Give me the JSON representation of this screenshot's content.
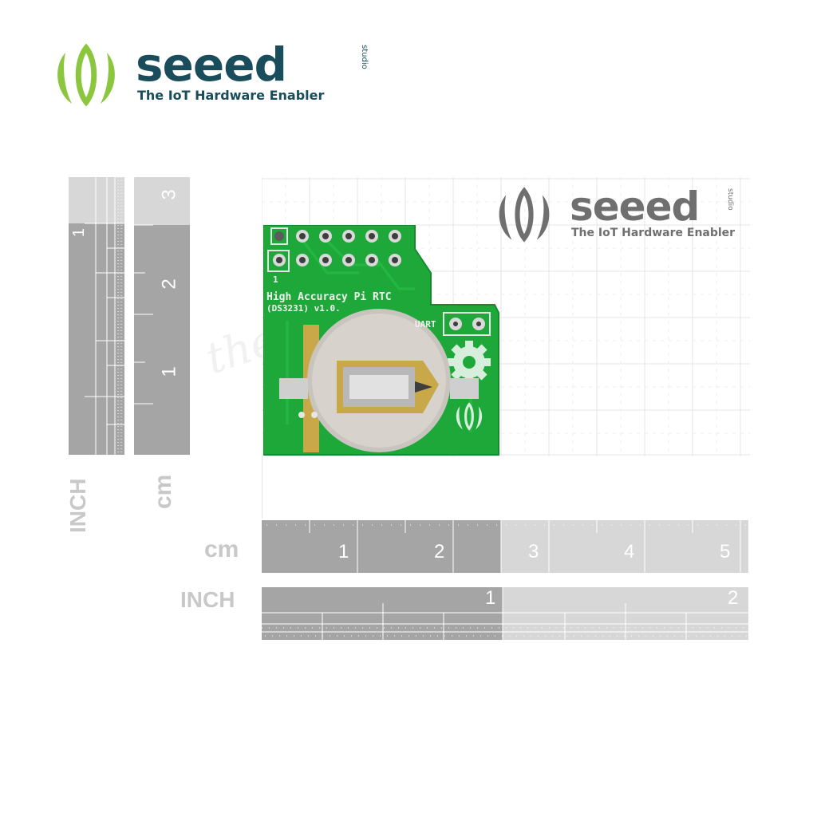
{
  "brand": {
    "name": "seeed",
    "studio": "studio",
    "tagline": "The IoT Hardware Enabler",
    "primary_color": "#1a4d5c",
    "leaf_color": "#8cc63f",
    "watermark_color": "#6f6f6f"
  },
  "board": {
    "title_line1": "High Accuracy Pi RTC",
    "title_line2": "(DS3231) v1.0.",
    "uart_label": "UART",
    "pin1_label": "1",
    "pcb_color": "#1fa83a"
  },
  "ruler_vertical": {
    "inch_label": "INCH",
    "cm_label": "cm",
    "inch_numbers": [
      "1"
    ],
    "cm_numbers": [
      "3",
      "2",
      "1"
    ]
  },
  "ruler_horizontal": {
    "cm_label": "cm",
    "inch_label": "INCH",
    "cm_numbers": [
      "1",
      "2",
      "3",
      "4",
      "5"
    ],
    "inch_numbers": [
      "1",
      "2"
    ]
  },
  "background_watermark": "the"
}
